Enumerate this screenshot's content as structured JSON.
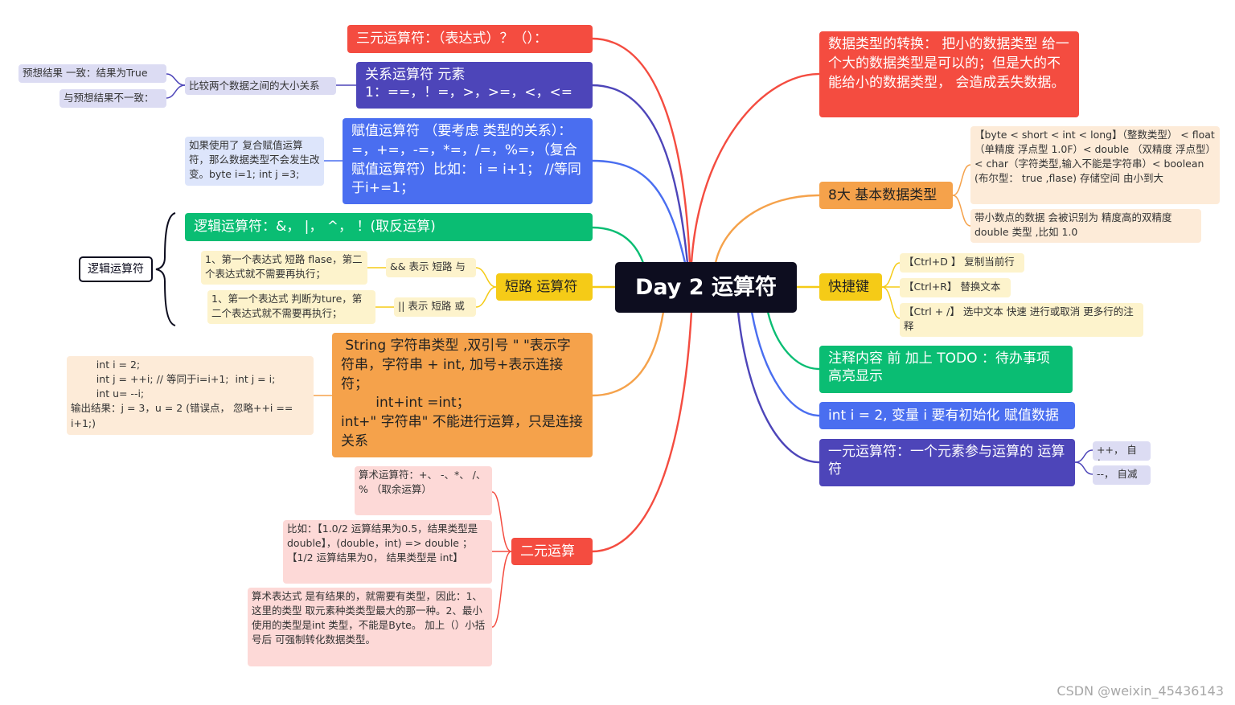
{
  "root": "Day 2 运算符",
  "left": {
    "ternary": "三元运算符：（表达式）？（）：",
    "relational": {
      "title": "关系运算符 元素\n1：==，！=，>，>=，<，<=",
      "compare": "比较两个数据之间的大小关系",
      "same": "预想结果 一致：结果为True",
      "differ": "与预想结果不一致："
    },
    "assignment": {
      "title": "赋值运算符 （要考虑 类型的关系）：=，+=，-=，*=，/=，%=，（复合赋值运算符）比如： i = i+1； //等同于i+=1；",
      "note": "如果使用了 复合赋值运算符，那么数据类型不会发生改变。byte i=1; int j =3;"
    },
    "logic": {
      "group": "逻辑运算符",
      "title": "逻辑运算符：&，    |，    ^，    ！(取反运算)",
      "short": "短路 运算符",
      "and": "&& 表示 短路 与",
      "or": "|| 表示 短路 或",
      "and_note": "1、第一个表达式 短路 flase，第二个表达式就不需要再执行；",
      "or_note": "1、第一个表达式 判断为ture，第二个表达式就不需要再执行；"
    },
    "string": {
      "title": " String 字符串类型 ,双引号 \" \"表示字符串，字符串 + int, 加号+表示连接符；\n        int+int =int；\nint+\" 字符串\" 不能进行运算，只是连接关系",
      "note": "        int i = 2;\n        int j = ++i; // 等同于i=i+1;  int j = i;\n        int u= --i;\n输出结果：j = 3，u = 2 (错误点， 忽略++i == i+1;)"
    },
    "binary": {
      "title": "二元运算",
      "arith": "算术运算符：+、  -、*、  /、%  （取余运算）",
      "example": "比如：【1.0/2 运算结果为0.5，结果类型是double】，(double，int) => double ；【1/2 运算结果为0， 结果类型是 int】",
      "expr": "算术表达式 是有结果的，就需要有类型，因此：1、这里的类型 取元素种类类型最大的那一种。2、最小使用的类型是int 类型，不能是Byte。    加上（）小括号后  可强制转化数据类型。"
    }
  },
  "right": {
    "conversion": "数据类型的转换： 把小的数据类型 给一个大的数据类型是可以的；但是大的不能给小的数据类型， 会造成丢失数据。",
    "basic": {
      "title": "8大 基本数据类型",
      "order": "【byte < short < int <  long】（整数类型）  <  float （单精度 浮点型 1.0F）< double （双精度 浮点型）  < char（字符类型,输入不能是字符串）< boolean (布尔型： true ,flase)  存储空间 由小到大",
      "decimal": "带小数点的数据 会被识别为 精度高的双精度double 类型 ,比如 1.0"
    },
    "shortcut": {
      "title": "快捷键",
      "ctrl_d": "【Ctrl+D 】 复制当前行",
      "ctrl_r": "【Ctrl+R】 替换文本",
      "ctrl_slash": "【Ctrl + /】  选中文本 快速 进行或取消  更多行的注释"
    },
    "todo": "注释内容 前 加上 TODO ：待办事项 高亮显示",
    "init": "int i = 2, 变量 i 要有初始化 赋值数据",
    "unary": {
      "title": "一元运算符：一个元素参与运算的 运算符",
      "inc": "++，  自加",
      "dec": "--，  自减"
    }
  },
  "watermark": "CSDN @weixin_45436143",
  "colors": {
    "red": "#f44c40",
    "purple": "#4d45b9",
    "blue": "#4a6ef0",
    "green": "#0abd73",
    "yellow": "#f5cb17",
    "orange": "#f5a24b",
    "root": "#0d0d1f"
  }
}
